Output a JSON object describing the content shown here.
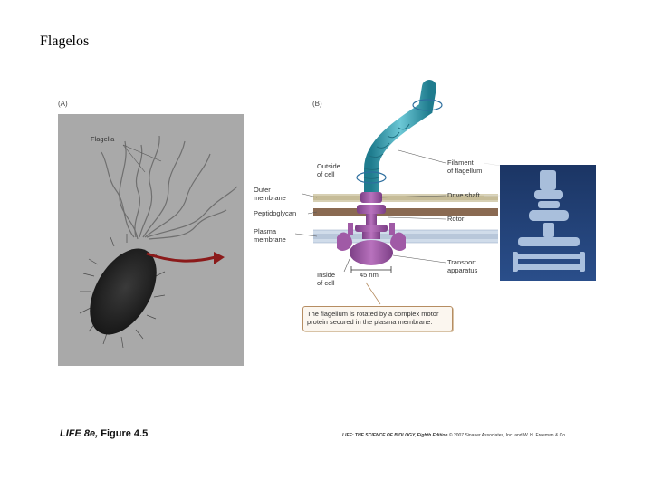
{
  "slide": {
    "title": "Flagelos"
  },
  "panel_a": {
    "label": "(A)",
    "flagella_label": "Flagella"
  },
  "panel_b": {
    "label": "(B)",
    "labels": {
      "outside_cell": "Outside\nof cell",
      "outer_membrane": "Outer\nmembrane",
      "peptidoglycan": "Peptidoglycan",
      "plasma_membrane": "Plasma\nmembrane",
      "inside_cell": "Inside\nof cell",
      "scale": "45 nm",
      "filament": "Filament\nof flagellum",
      "drive_shaft": "Drive shaft",
      "rotor": "Rotor",
      "transport": "Transport\napparatus"
    },
    "caption": "The flagellum is rotated by a complex motor protein secured in the plasma membrane."
  },
  "footer": {
    "figure_prefix": "LIFE 8e,",
    "figure_number": " Figure 4.5",
    "credit_title": "LIFE: THE SCIENCE OF BIOLOGY, Eighth Edition",
    "credit_rest": " © 2007 Sinauer Associates, Inc. and W. H. Freeman & Co."
  },
  "colors": {
    "micrograph_bg": "#a8a8a8",
    "bacterium": "#2a2a2a",
    "arrow": "#8b1a1a",
    "filament": "#3aa2b4",
    "motor": "#a05aa6",
    "em_bg": "#1d3a6b"
  }
}
